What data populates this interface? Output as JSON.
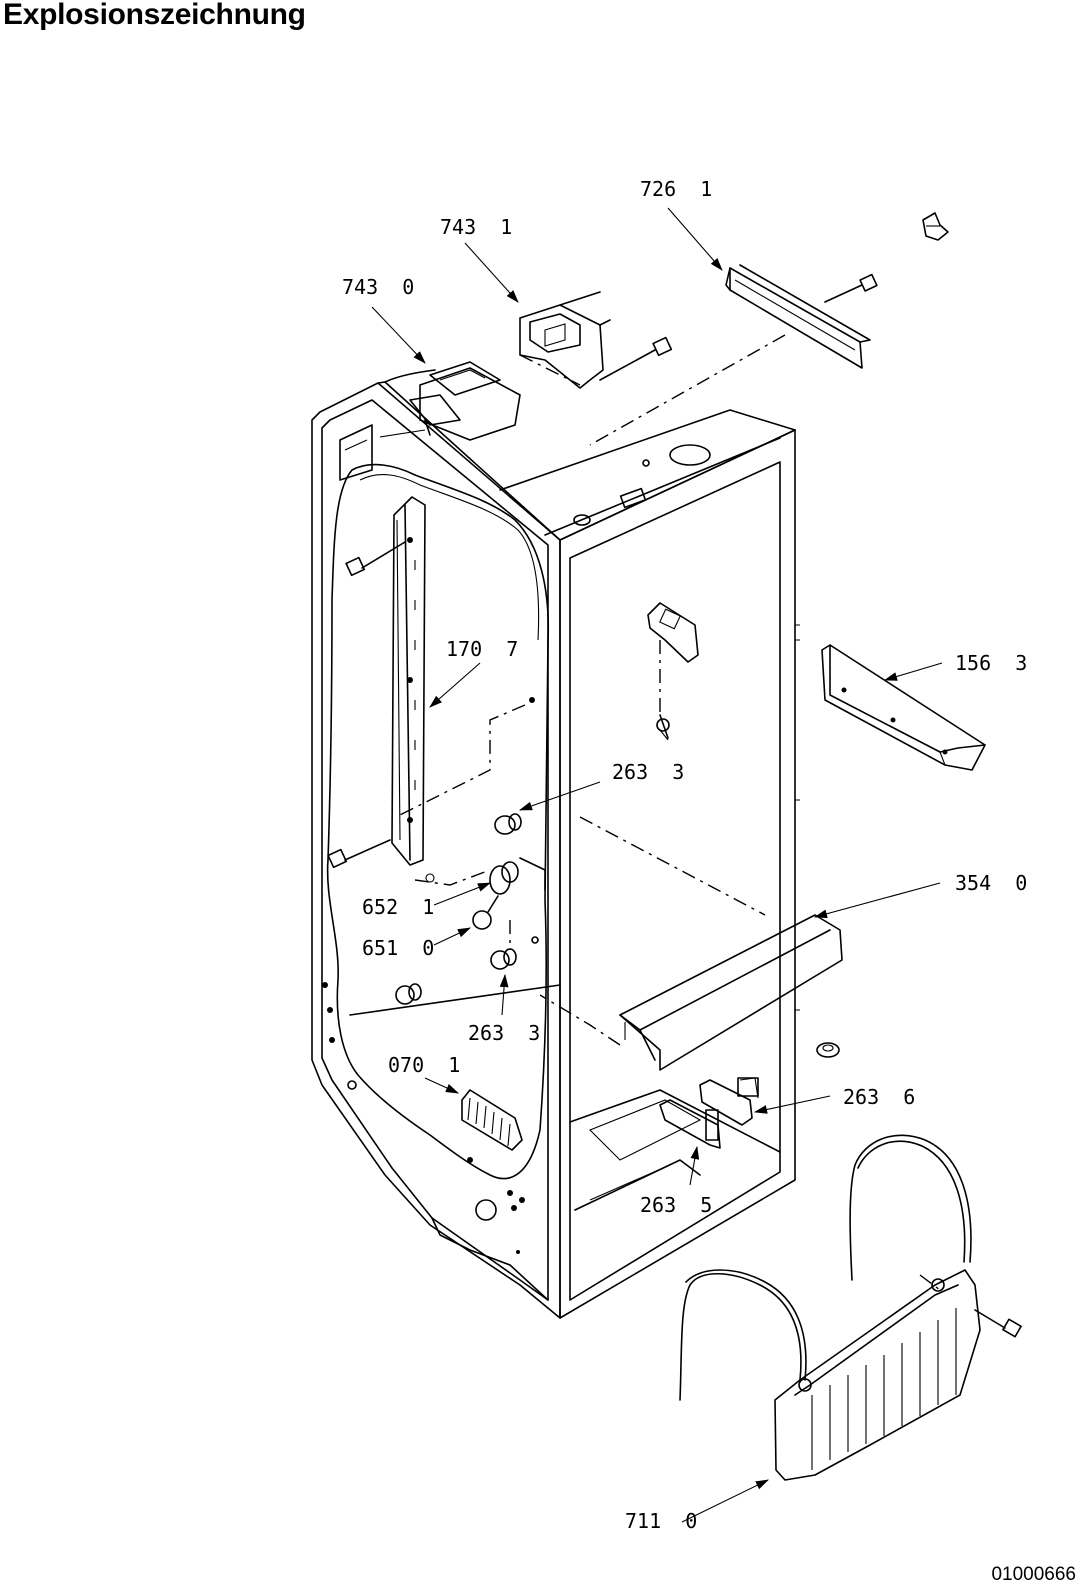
{
  "title": "Explosionszeichnung",
  "document_number": "01000666",
  "callouts": [
    {
      "id": "c-726-1",
      "label": "726  1"
    },
    {
      "id": "c-743-1",
      "label": "743  1"
    },
    {
      "id": "c-743-0",
      "label": "743  0"
    },
    {
      "id": "c-170-7",
      "label": "170  7"
    },
    {
      "id": "c-156-3",
      "label": "156  3"
    },
    {
      "id": "c-263-3a",
      "label": "263  3"
    },
    {
      "id": "c-354-0",
      "label": "354  0"
    },
    {
      "id": "c-652-1",
      "label": "652  1"
    },
    {
      "id": "c-651-0",
      "label": "651  0"
    },
    {
      "id": "c-263-3b",
      "label": "263  3"
    },
    {
      "id": "c-070-1",
      "label": "070  1"
    },
    {
      "id": "c-263-6",
      "label": "263  6"
    },
    {
      "id": "c-263-5",
      "label": "263  5"
    },
    {
      "id": "c-711-0",
      "label": "711  0"
    }
  ]
}
